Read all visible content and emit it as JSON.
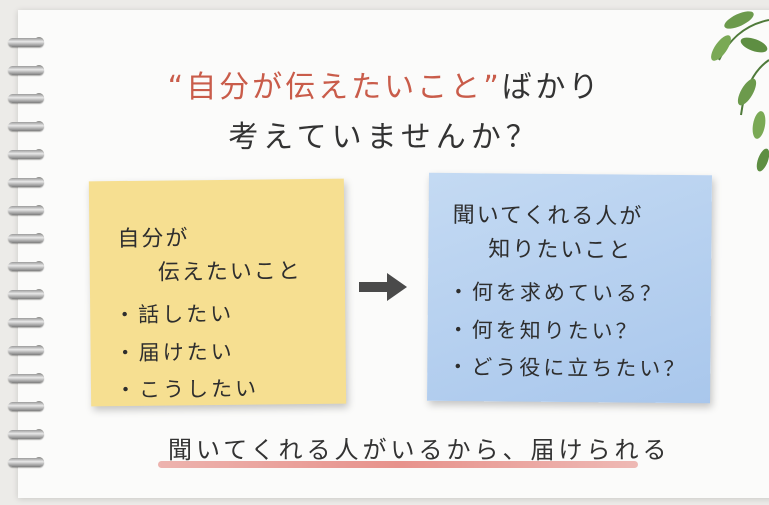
{
  "headline": {
    "open_quote": "“",
    "quoted_phrase": "自分が伝えたいこと",
    "close_quote": "”",
    "suffix": "ばかり",
    "line2": "考えていませんか？"
  },
  "left_note": {
    "heading_line1": "自分が",
    "heading_line2": "伝えたいこと",
    "items": [
      "・話したい",
      "・届けたい",
      "・こうしたい"
    ]
  },
  "right_note": {
    "heading_line1": "聞いてくれる人が",
    "heading_line2": "知りたいこと",
    "items": [
      "・何を求めている？",
      "・何を知りたい？",
      "・どう役に立ちたい？"
    ]
  },
  "bottom_text": "聞いてくれる人がいるから、届けられる",
  "colors": {
    "accent": "#c95c4a",
    "yellow_note": "#f6df91",
    "blue_note": "#b5d0ef",
    "underline": "#e27870"
  }
}
